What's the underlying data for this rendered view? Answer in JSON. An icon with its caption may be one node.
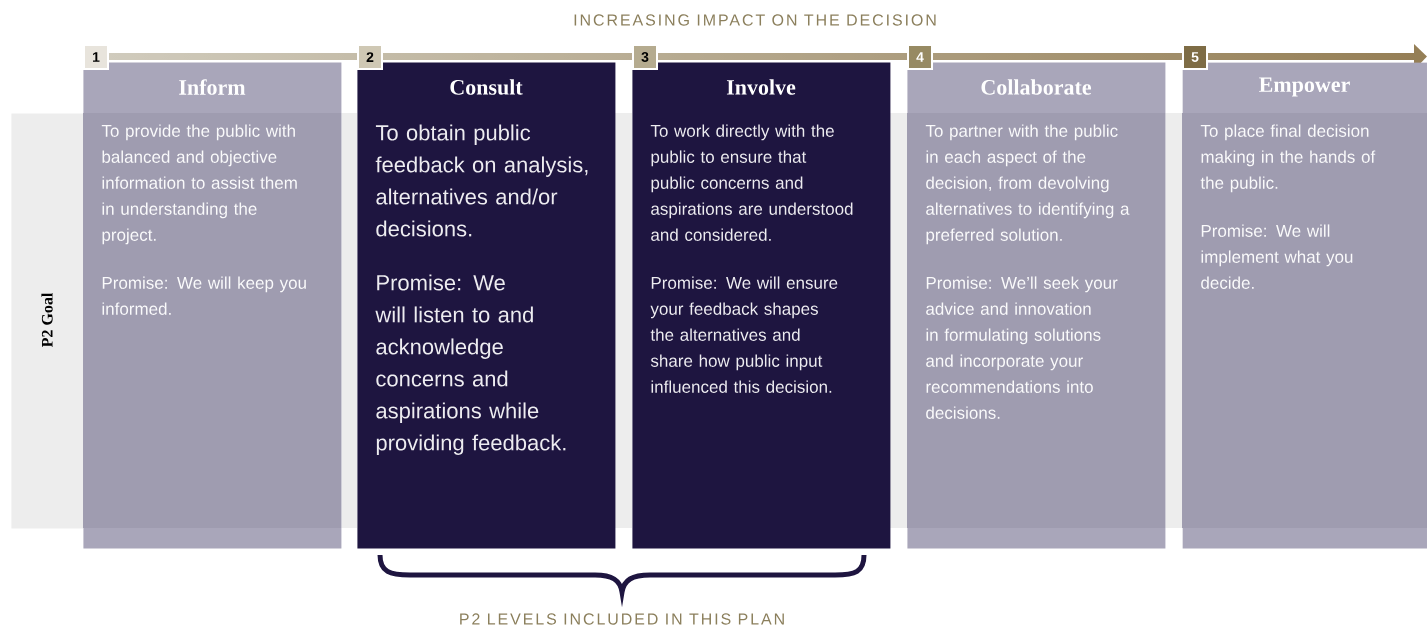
{
  "diagram": {
    "title": "INCREASING IMPACT ON THE DECISION",
    "caption": "P2 LEVELS INCLUDED IN THIS PLAN",
    "nodes": [
      {
        "text": [
          "1"
        ]
      },
      {
        "text": [
          "2"
        ]
      },
      {
        "text": [
          "3"
        ]
      },
      {
        "text": [
          "4"
        ]
      },
      {
        "text": [
          "5"
        ]
      },
      {
        "text": [
          "P2 Goal"
        ]
      },
      {
        "text": [
          "Inform",
          "To provide the public with balanced and objective information to assist them in understanding the project.",
          "Promise: We will keep you informed."
        ]
      },
      {
        "text": [
          "Consult",
          "To obtain public feedback on analysis, alternatives and/or decisions.",
          "Promise: We will listen to and acknowledge concerns and aspirations while providing feedback."
        ]
      },
      {
        "text": [
          "Involve",
          "To work directly with the public to ensure that public concerns and aspirations are understood and considered.",
          "Promise: We will ensure your feedback shapes the alternatives and share how public input influenced this decision."
        ]
      },
      {
        "text": [
          "Collaborate",
          "To partner with the public in each aspect of the decision, from devolving alternatives to identifying a preferred solution.",
          "Promise: We’ll seek your advice and innovation in formulating solutions and incorporate your recommendations into decisions."
        ]
      },
      {
        "text": [
          "Empower",
          "To place final decision making in the hands of the public.",
          "Promise: We will implement what you decide."
        ]
      }
    ]
  }
}
